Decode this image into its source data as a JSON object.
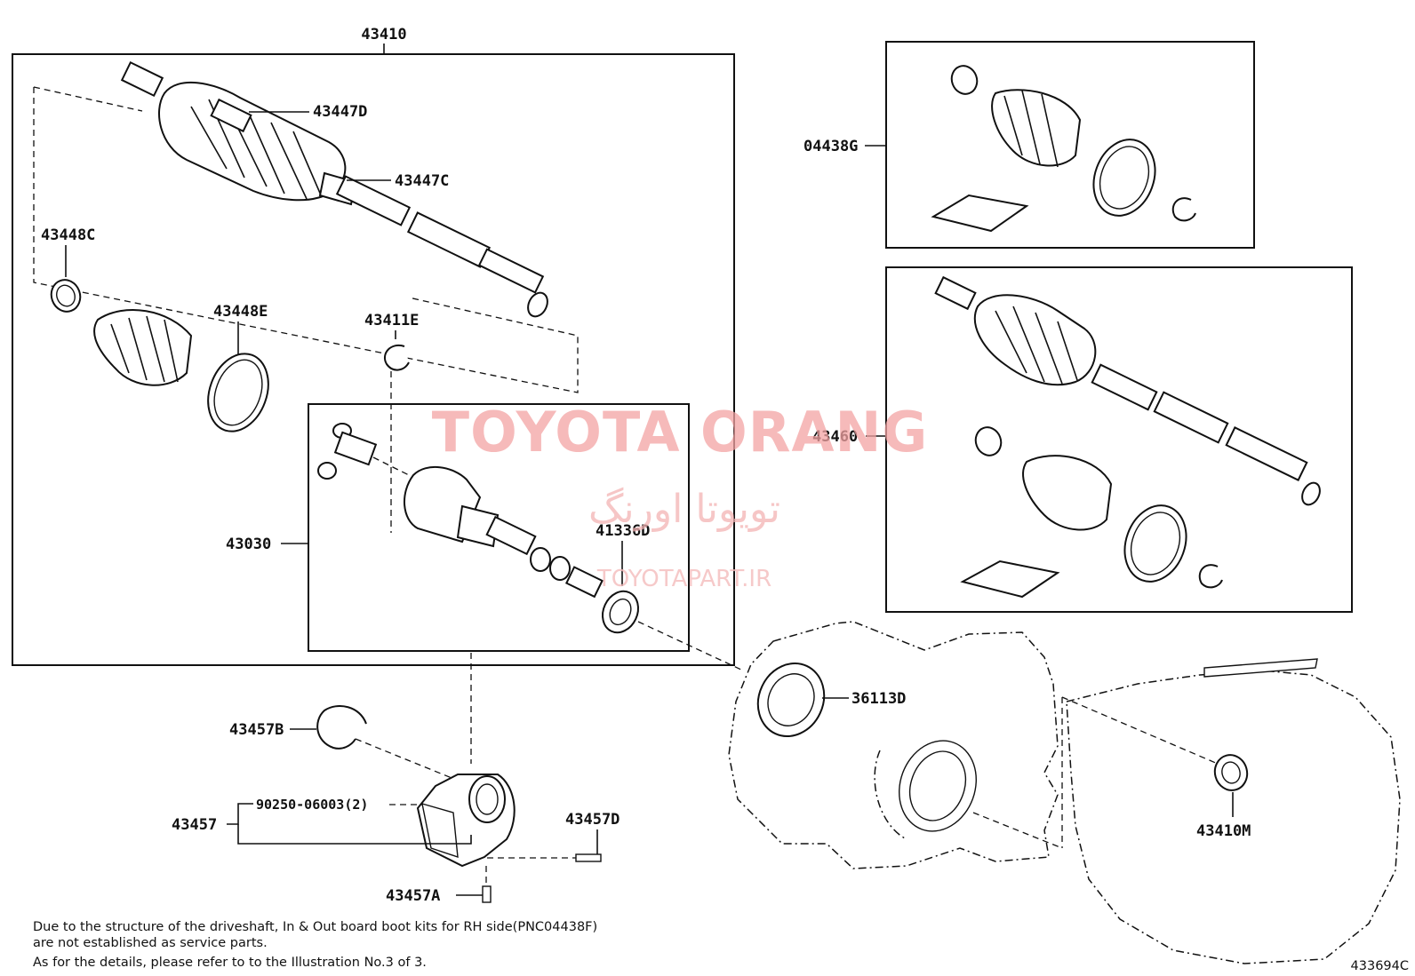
{
  "diagram_id": "433694C",
  "watermark": {
    "brand": "TOYOTA ORANG",
    "brand_fa": "تویوتا اورنگ",
    "url": "TOYOTAPART.IR"
  },
  "parts": {
    "p43410": "43410",
    "p43447D": "43447D",
    "p43447C": "43447C",
    "p43448C": "43448C",
    "p43448E": "43448E",
    "p43411E": "43411E",
    "p43030": "43030",
    "p41336D": "41336D",
    "p04438G": "04438G",
    "p43460": "43460",
    "p36113D": "36113D",
    "p43457B": "43457B",
    "p43457": "43457",
    "p90250": "90250-06003(2)",
    "p43457D": "43457D",
    "p43457A": "43457A",
    "p43410M": "43410M"
  },
  "note": {
    "line1": "Due to the structure of the driveshaft, In & Out board  boot kits for RH side(PNC04438F)",
    "line2": "are not established as service parts.",
    "line3": "As for the details, please refer to to the Illustration No.3 of 3."
  }
}
